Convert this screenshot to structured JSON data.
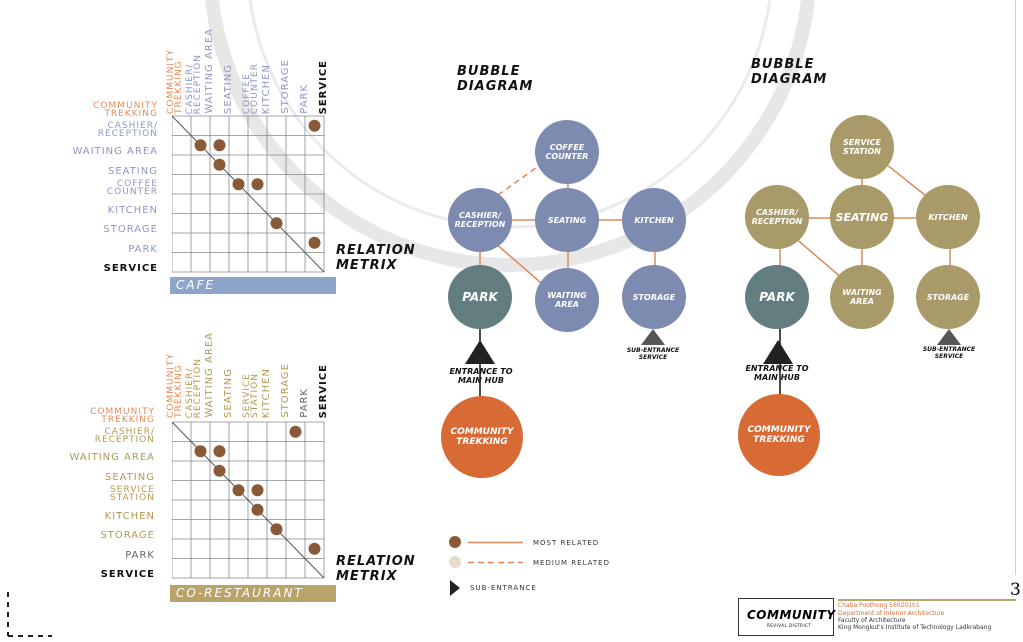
{
  "matrix_cafe": {
    "rows": [
      {
        "label": "COMMUNITY\nTREKKING",
        "color": "#e58a55"
      },
      {
        "label": "CASHIER/\nRECEPTION",
        "color": "#8e97c6"
      },
      {
        "label": "WAITING AREA",
        "color": "#8e97c6"
      },
      {
        "label": "SEATING",
        "color": "#8e97c6"
      },
      {
        "label": "COFFEE\nCOUNTER",
        "color": "#8e97c6"
      },
      {
        "label": "KITCHEN",
        "color": "#8e97c6"
      },
      {
        "label": "STORAGE",
        "color": "#8e97c6"
      },
      {
        "label": "PARK",
        "color": "#8e97c6"
      },
      {
        "label": "SERVICE",
        "color": "#111111"
      }
    ],
    "cols": [
      {
        "label": "COMMUNITY\nTREKKING",
        "color": "#e58a55"
      },
      {
        "label": "CASHIER/\nRECEPTION",
        "color": "#8e97c6"
      },
      {
        "label": "WAITING AREA",
        "color": "#8e97c6"
      },
      {
        "label": "SEATING",
        "color": "#8e97c6"
      },
      {
        "label": "COFFEE\nCOUNTER",
        "color": "#8e97c6"
      },
      {
        "label": "KITCHEN",
        "color": "#8e97c6"
      },
      {
        "label": "STORAGE",
        "color": "#8e97c6"
      },
      {
        "label": "PARK",
        "color": "#8e97c6"
      },
      {
        "label": "SERVICE",
        "color": "#111111"
      }
    ],
    "tag": "CAFE",
    "tag_color": "#8ea4c8",
    "title": "RELATION\nMETRIX"
  },
  "matrix_restaurant": {
    "rows": [
      {
        "label": "COMMUNITY\nTREKKING",
        "color": "#e58a55"
      },
      {
        "label": "CASHIER/\nRECEPTION",
        "color": "#b39a52"
      },
      {
        "label": "WAITING AREA",
        "color": "#b39a52"
      },
      {
        "label": "SEATING",
        "color": "#b39a52"
      },
      {
        "label": "SERVICE\nSTATION",
        "color": "#b39a52"
      },
      {
        "label": "KITCHEN",
        "color": "#b39a52"
      },
      {
        "label": "STORAGE",
        "color": "#b39a52"
      },
      {
        "label": "PARK",
        "color": "#666666"
      },
      {
        "label": "SERVICE",
        "color": "#111111"
      }
    ],
    "cols": [
      {
        "label": "COMMUNITY\nTREKKING",
        "color": "#e58a55"
      },
      {
        "label": "CASHIER/\nRECEPTION",
        "color": "#b39a52"
      },
      {
        "label": "WAITING AREA",
        "color": "#b39a52"
      },
      {
        "label": "SEATING",
        "color": "#b39a52"
      },
      {
        "label": "SERVICE\nSTATION",
        "color": "#b39a52"
      },
      {
        "label": "KITCHEN",
        "color": "#b39a52"
      },
      {
        "label": "STORAGE",
        "color": "#b39a52"
      },
      {
        "label": "PARK",
        "color": "#666666"
      },
      {
        "label": "SERVICE",
        "color": "#111111"
      }
    ],
    "tag": "CO-RESTAURANT",
    "tag_color": "#b8a468",
    "title": "RELATION\nMETRIX"
  },
  "bubble_left": {
    "title": "BUBBLE\nDIAGRAM",
    "nodes": {
      "coffee": "COFFEE\nCOUNTER",
      "cashier": "CASHIER/\nRECEPTION",
      "seating": "SEATING",
      "kitchen": "KITCHEN",
      "park": "PARK",
      "waiting": "WAITING\nAREA",
      "storage": "STORAGE",
      "community": "COMMUNITY\nTREKKING"
    },
    "entrance": "ENTRANCE TO\nMAIN HUB",
    "sub_entrance": "SUB-ENTRANCE\nSERVICE"
  },
  "bubble_right": {
    "title": "BUBBLE\nDIAGRAM",
    "nodes": {
      "service": "SERVICE\nSTATION",
      "cashier": "CASHIER/\nRECEPTION",
      "seating": "SEATING",
      "kitchen": "KITCHEN",
      "park": "PARK",
      "waiting": "WAITING\nAREA",
      "storage": "STORAGE",
      "community": "COMMUNITY\nTREKKING"
    },
    "entrance": "ENTRANCE TO\nMAIN HUB",
    "sub_entrance": "SUB-ENTRANCE\nSERVICE"
  },
  "legend": {
    "most": "MOST RELATED",
    "medium": "MEDIUM RELATED",
    "sub": "SUB-ENTRANCE"
  },
  "footer": {
    "logo_main": "COMMUNITY",
    "logo_sub": "REVIVAL DISTRICT",
    "line1": "Chaba Poothong 56020101",
    "line2": "Department of Interior Architecture",
    "line3": "Faculty of Architecture",
    "line4": "King Mongkut's Institute of Technology Ladkrabang",
    "page": "3"
  },
  "colors": {
    "blue_bubble": "#7d8bb0",
    "park_bubble": "#627e80",
    "gold_bubble": "#a99a6a",
    "orange_bubble": "#d86a35",
    "link": "#d98a5a",
    "dot": "#8a5a38"
  }
}
